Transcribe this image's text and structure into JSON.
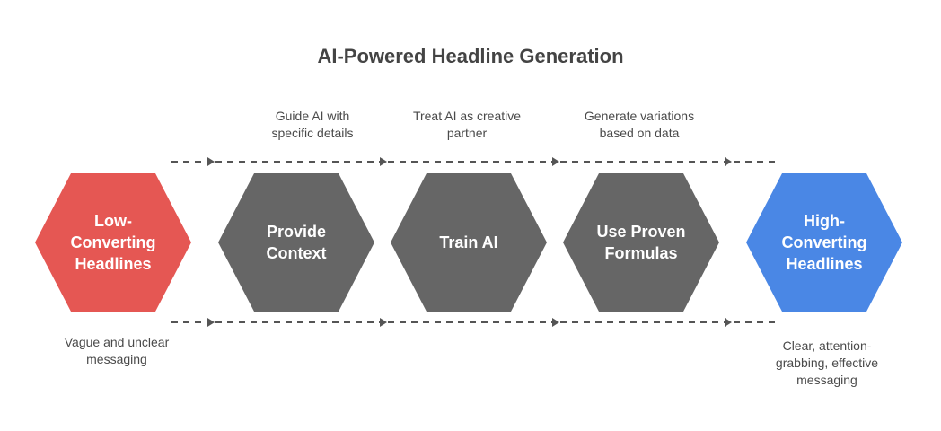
{
  "title": "AI-Powered Headline Generation",
  "colors": {
    "start": "#e55753",
    "step": "#666666",
    "end": "#4a87e5",
    "connector": "#555555"
  },
  "nodes": [
    {
      "id": "low",
      "label": "Low-\nConverting\nHeadlines"
    },
    {
      "id": "context",
      "label": "Provide\nContext"
    },
    {
      "id": "train",
      "label": "Train AI"
    },
    {
      "id": "formulas",
      "label": "Use Proven\nFormulas"
    },
    {
      "id": "high",
      "label": "High-\nConverting\nHeadlines"
    }
  ],
  "top_notes": [
    "Guide AI with\nspecific details",
    "Treat AI as creative\npartner",
    "Generate variations\nbased on data"
  ],
  "bottom_notes": {
    "start": "Vague and unclear\nmessaging",
    "end": "Clear, attention-\ngrabbing, effective\nmessaging"
  }
}
